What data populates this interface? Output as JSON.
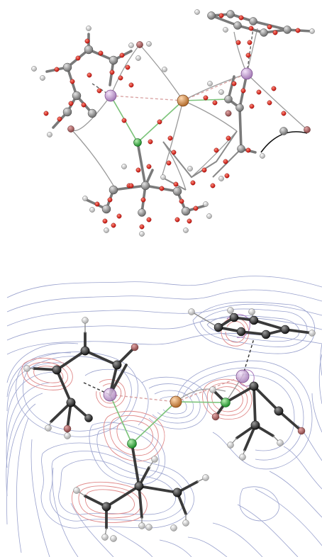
{
  "figure": {
    "panels": [
      {
        "id": "molecular-graph-panel",
        "kind": "ball-and-stick with bond paths and critical points"
      },
      {
        "id": "contour-map-panel",
        "kind": "ball-and-stick over electron density contour map"
      }
    ],
    "colors": {
      "carbon": "#7d7d7d",
      "carbon_dark": "#2e2e2e",
      "hydrogen": "#e8e8e8",
      "bond_critical_point": "#e0231b",
      "chlorine": "#46b34a",
      "copper": "#e39a5a",
      "oxygen": "#a96565",
      "metal_center": "#c79ad6",
      "bond_path": "#8a8a8a",
      "contour": "#8e97c8",
      "positive_contour": "#e6a0a0"
    }
  }
}
